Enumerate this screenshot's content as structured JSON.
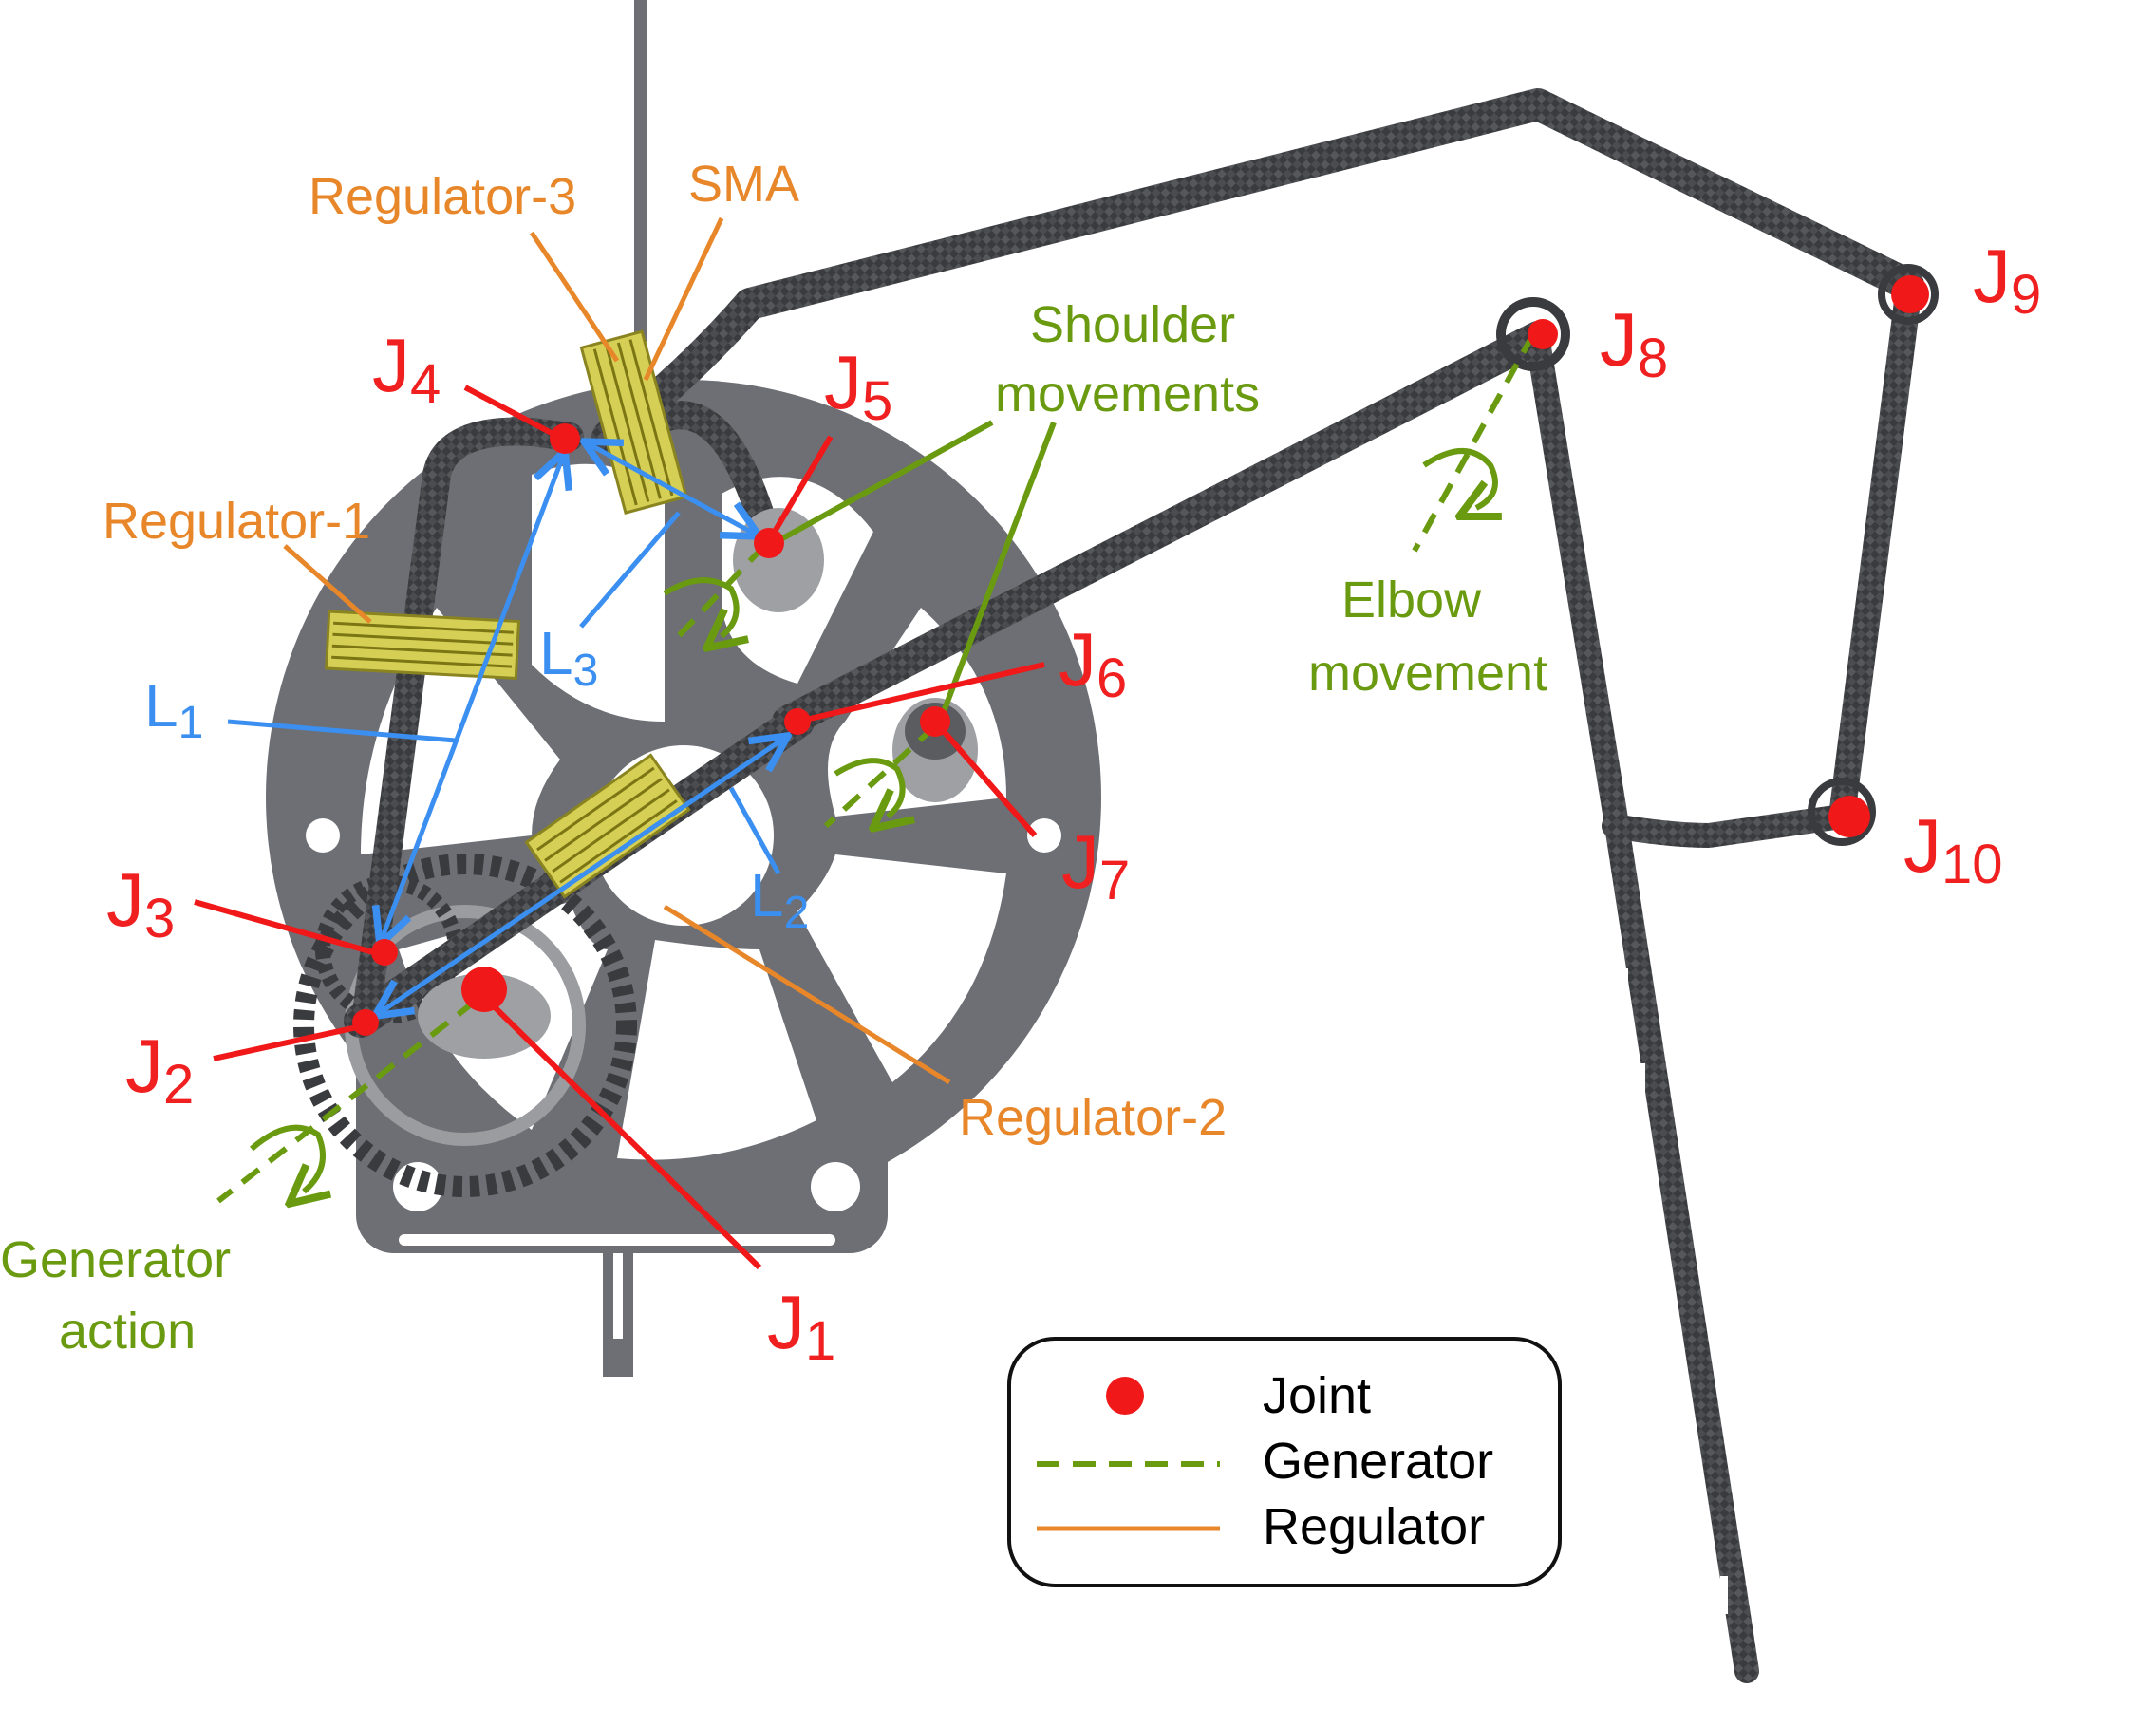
{
  "colors": {
    "joint": "#f01818",
    "generator": "#6a9a10",
    "regulator": "#e8862a",
    "length": "#3b8ff0",
    "frame": "#6d6f74",
    "carbon": "#3a3b3e"
  },
  "labels": {
    "regulator1": "Regulator-1",
    "regulator2": "Regulator-2",
    "regulator3": "Regulator-3",
    "sma": "SMA",
    "shoulder_line1": "Shoulder",
    "shoulder_line2": "movements",
    "elbow_line1": "Elbow",
    "elbow_line2": "movement",
    "generator_line1": "Generator",
    "generator_line2": "action"
  },
  "joints": [
    {
      "id": "J1",
      "letter": "J",
      "sub": "1"
    },
    {
      "id": "J2",
      "letter": "J",
      "sub": "2"
    },
    {
      "id": "J3",
      "letter": "J",
      "sub": "3"
    },
    {
      "id": "J4",
      "letter": "J",
      "sub": "4"
    },
    {
      "id": "J5",
      "letter": "J",
      "sub": "5"
    },
    {
      "id": "J6",
      "letter": "J",
      "sub": "6"
    },
    {
      "id": "J7",
      "letter": "J",
      "sub": "7"
    },
    {
      "id": "J8",
      "letter": "J",
      "sub": "8"
    },
    {
      "id": "J9",
      "letter": "J",
      "sub": "9"
    },
    {
      "id": "J10",
      "letter": "J",
      "sub": "10"
    }
  ],
  "lengths": [
    {
      "id": "L1",
      "letter": "L",
      "sub": "1"
    },
    {
      "id": "L2",
      "letter": "L",
      "sub": "2"
    },
    {
      "id": "L3",
      "letter": "L",
      "sub": "3"
    }
  ],
  "legend": {
    "items": [
      {
        "label": "Joint",
        "icon": "red-dot"
      },
      {
        "label": "Generator",
        "icon": "green-dashed-line"
      },
      {
        "label": "Regulator",
        "icon": "orange-solid-line"
      }
    ]
  }
}
